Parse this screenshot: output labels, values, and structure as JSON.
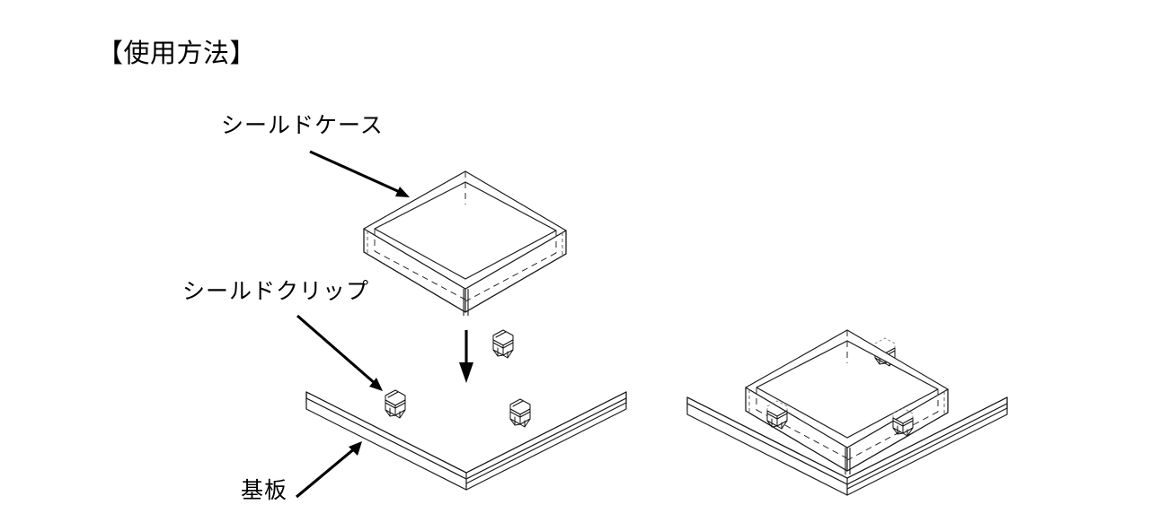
{
  "page": {
    "title": "【使用方法】",
    "background_color": "#ffffff",
    "line_color": "#1a1a1a"
  },
  "labels": {
    "shield_case": "シールドケース",
    "shield_clip": "シールドクリップ",
    "substrate": "基板"
  },
  "annotations": {
    "arrow_to_case": "arrow-pointing-to-shield-case",
    "arrow_to_clip": "arrow-pointing-to-shield-clip",
    "arrow_to_board": "arrow-pointing-to-substrate",
    "arrow_assembly": "downward-assembly-arrow"
  },
  "figures": {
    "left": {
      "name": "exploded-assembly-view",
      "parts": [
        "shield-case",
        "shield-clip",
        "shield-clip",
        "shield-clip",
        "substrate-board"
      ]
    },
    "right": {
      "name": "assembled-view",
      "parts": [
        "shield-case",
        "shield-clip",
        "shield-clip",
        "shield-clip",
        "substrate-board"
      ]
    }
  }
}
